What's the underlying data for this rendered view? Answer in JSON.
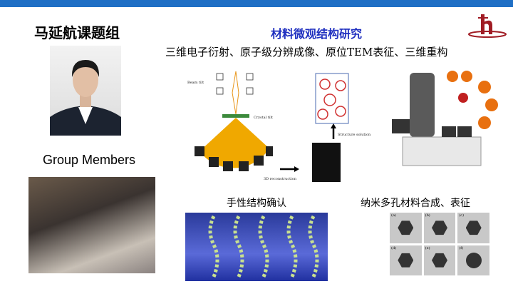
{
  "header": {
    "group_title": "马延航课题组",
    "research_title": "材料微观结构研究",
    "subtitle": "三维电子衍射、原子级分辨成像、原位TEM表征、三维重构"
  },
  "left": {
    "members_label": "Group Members"
  },
  "diagram": {
    "beam_tilt": "Beam tilt",
    "crystal_tilt": "Crystal tilt",
    "reconstruction": "3D reconstruction",
    "structure_solution": "Structure solution"
  },
  "sections": {
    "chiral": "手性结构确认",
    "nanoporous": "纳米多孔材料合成、表征"
  },
  "nano_panels": [
    "(a)",
    "(b)",
    "(c)",
    "(d)",
    "(e)",
    "(f)"
  ],
  "colors": {
    "top_bar": "#1f6fc5",
    "research_title": "#2030c0",
    "logo": "#a01c24"
  }
}
